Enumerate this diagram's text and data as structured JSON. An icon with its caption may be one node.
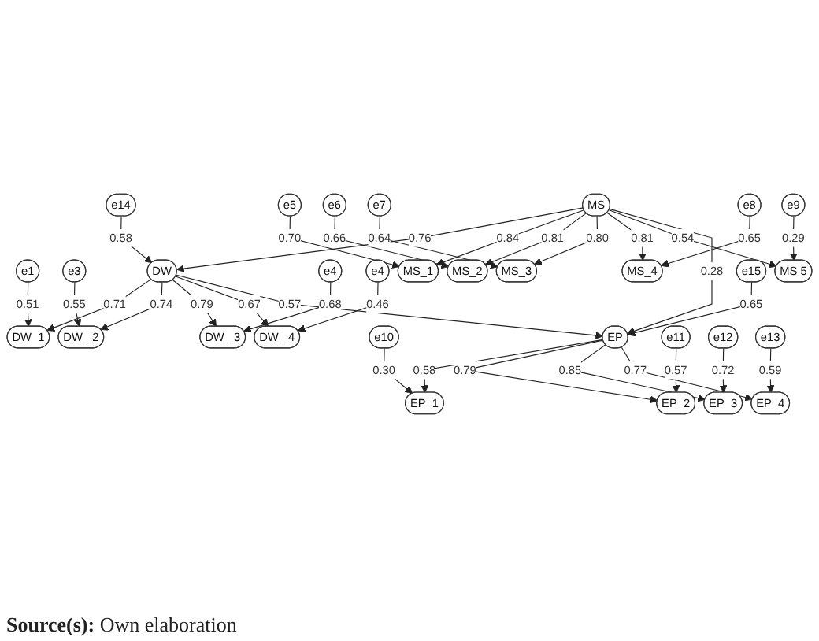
{
  "diagram": {
    "caption": "**Source(s):** Own elaboration",
    "nodes": [
      {
        "text": [
          "e1"
        ]
      },
      {
        "text": [
          "DW_1"
        ]
      },
      {
        "text": [
          "e3"
        ]
      },
      {
        "text": [
          "DW _2"
        ]
      },
      {
        "text": [
          "DW"
        ]
      },
      {
        "text": [
          "e14"
        ]
      },
      {
        "text": [
          "e4"
        ]
      },
      {
        "text": [
          "DW _3"
        ]
      },
      {
        "text": [
          "e4"
        ]
      },
      {
        "text": [
          "DW _4"
        ]
      },
      {
        "text": [
          "e5"
        ]
      },
      {
        "text": [
          "MS_1"
        ]
      },
      {
        "text": [
          "EP_1"
        ]
      },
      {
        "text": [
          "e10"
        ]
      },
      {
        "text": [
          "e6"
        ]
      },
      {
        "text": [
          "MS_2"
        ]
      },
      {
        "text": [
          "MS"
        ]
      },
      {
        "text": [
          "EP"
        ]
      },
      {
        "text": [
          "EP_2"
        ]
      },
      {
        "text": [
          "e11"
        ]
      },
      {
        "text": [
          "e7"
        ]
      },
      {
        "text": [
          "MS_3"
        ]
      },
      {
        "text": [
          "EP_3"
        ]
      },
      {
        "text": [
          "e12"
        ]
      },
      {
        "text": [
          "e8"
        ]
      },
      {
        "text": [
          "MS_4"
        ]
      },
      {
        "text": [
          "e9"
        ]
      },
      {
        "text": [
          "MS 5"
        ]
      },
      {
        "text": [
          "e15"
        ]
      },
      {
        "text": [
          "EP_4"
        ]
      },
      {
        "text": [
          "e13"
        ]
      }
    ],
    "edges": [
      {
        "from": 0,
        "to": 1,
        "arrow": "to",
        "label": "0.51"
      },
      {
        "from": 2,
        "to": 3,
        "arrow": "to",
        "label": "0.55"
      },
      {
        "from": 6,
        "to": 7,
        "arrow": "to",
        "label": "0.68"
      },
      {
        "from": 8,
        "to": 9,
        "arrow": "to",
        "label": "0.46"
      },
      {
        "from": 4,
        "to": 1,
        "arrow": "to",
        "label": "0.71"
      },
      {
        "from": 4,
        "to": 3,
        "arrow": "to",
        "label": "0.74"
      },
      {
        "from": 4,
        "to": 7,
        "arrow": "to",
        "label": "0.79"
      },
      {
        "from": 4,
        "to": 9,
        "arrow": "to",
        "label": "0.67"
      },
      {
        "from": 5,
        "to": 4,
        "arrow": "to",
        "label": "0.58"
      },
      {
        "from": 16,
        "to": 4,
        "arrow": "to",
        "label": "0.76"
      },
      {
        "from": 4,
        "to": 17,
        "arrow": "to",
        "label": "0.57"
      },
      {
        "from": 10,
        "to": 11,
        "arrow": "to",
        "label": "0.70"
      },
      {
        "from": 14,
        "to": 15,
        "arrow": "to",
        "label": "0.66"
      },
      {
        "from": 20,
        "to": 21,
        "arrow": "to",
        "label": "0.64"
      },
      {
        "from": 24,
        "to": 25,
        "arrow": "to",
        "label": "0.65"
      },
      {
        "from": 26,
        "to": 27,
        "arrow": "to",
        "label": "0.29"
      },
      {
        "from": 16,
        "to": 11,
        "arrow": "to",
        "label": "0.84"
      },
      {
        "from": 16,
        "to": 15,
        "arrow": "to",
        "label": "0.81"
      },
      {
        "from": 16,
        "to": 21,
        "arrow": "to",
        "label": "0.80"
      },
      {
        "from": 16,
        "to": 25,
        "arrow": "to",
        "label": "0.81"
      },
      {
        "from": 16,
        "to": 27,
        "arrow": "to",
        "label": "0.54"
      },
      {
        "from": 16,
        "to": 17,
        "arrow": "to",
        "label": "0.28"
      },
      {
        "from": 17,
        "to": 12,
        "arrow": "to",
        "label": "0.58"
      },
      {
        "from": 17,
        "to": 18,
        "arrow": "to",
        "label": "0.79"
      },
      {
        "from": 17,
        "to": 22,
        "arrow": "to",
        "label": "0.85"
      },
      {
        "from": 17,
        "to": 29,
        "arrow": "to",
        "label": "0.77"
      },
      {
        "from": 13,
        "to": 12,
        "arrow": "to",
        "label": "0.30"
      },
      {
        "from": 19,
        "to": 18,
        "arrow": "to",
        "label": "0.57"
      },
      {
        "from": 23,
        "to": 22,
        "arrow": "to",
        "label": "0.72"
      },
      {
        "from": 30,
        "to": 29,
        "arrow": "to",
        "label": "0.59"
      },
      {
        "from": 28,
        "to": 17,
        "arrow": "to",
        "label": "0.65"
      }
    ]
  }
}
